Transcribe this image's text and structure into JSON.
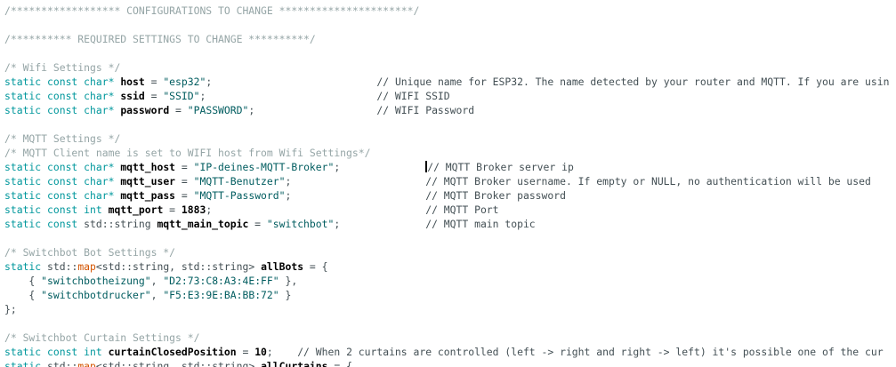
{
  "editor": {
    "language": "cpp",
    "colors": {
      "background": "#ffffff",
      "block_comment": "#95a5a6",
      "inline_comment": "#434f54",
      "keyword": "#00979c",
      "string": "#005c5f",
      "type_name": "#d35400",
      "identifier": "#000000",
      "number": "#000000",
      "plain": "#434f54",
      "caret": "#000000"
    },
    "lines": [
      {
        "segments": [
          [
            "c1",
            "/****************** CONFIGURATIONS TO CHANGE **********************/"
          ]
        ]
      },
      {
        "segments": []
      },
      {
        "segments": [
          [
            "c1",
            "/********** REQUIRED SETTINGS TO CHANGE **********/"
          ]
        ]
      },
      {
        "segments": []
      },
      {
        "segments": [
          [
            "c1",
            "/* Wifi Settings */"
          ]
        ]
      },
      {
        "segments": [
          [
            "kw",
            "static const char* "
          ],
          [
            "id",
            "host"
          ],
          [
            "pl",
            " = "
          ],
          [
            "str",
            "\"esp32\""
          ],
          [
            "pl",
            ";                           "
          ],
          [
            "c2",
            "// Unique name for ESP32. The name detected by your router and MQTT. If you are usin"
          ]
        ]
      },
      {
        "segments": [
          [
            "kw",
            "static const char* "
          ],
          [
            "id",
            "ssid"
          ],
          [
            "pl",
            " = "
          ],
          [
            "str",
            "\"SSID\""
          ],
          [
            "pl",
            ";                            "
          ],
          [
            "c2",
            "// WIFI SSID"
          ]
        ]
      },
      {
        "segments": [
          [
            "kw",
            "static const char* "
          ],
          [
            "id",
            "password"
          ],
          [
            "pl",
            " = "
          ],
          [
            "str",
            "\"PASSWORD\""
          ],
          [
            "pl",
            ";                    "
          ],
          [
            "c2",
            "// WIFI Password"
          ]
        ]
      },
      {
        "segments": []
      },
      {
        "segments": [
          [
            "c1",
            "/* MQTT Settings */"
          ]
        ]
      },
      {
        "segments": [
          [
            "c1",
            "/* MQTT Client name is set to WIFI host from Wifi Settings*/"
          ]
        ]
      },
      {
        "segments": [
          [
            "kw",
            "static const char* "
          ],
          [
            "id",
            "mqtt_host"
          ],
          [
            "pl",
            " = "
          ],
          [
            "str",
            "\"IP-deines-MQTT-Broker\""
          ],
          [
            "pl",
            ";              "
          ],
          [
            "caret",
            ""
          ],
          [
            "c2",
            "// MQTT Broker server ip"
          ]
        ]
      },
      {
        "segments": [
          [
            "kw",
            "static const char* "
          ],
          [
            "id",
            "mqtt_user"
          ],
          [
            "pl",
            " = "
          ],
          [
            "str",
            "\"MQTT-Benutzer\""
          ],
          [
            "pl",
            ";                      "
          ],
          [
            "c2",
            "// MQTT Broker username. If empty or NULL, no authentication will be used"
          ]
        ]
      },
      {
        "segments": [
          [
            "kw",
            "static const char* "
          ],
          [
            "id",
            "mqtt_pass"
          ],
          [
            "pl",
            " = "
          ],
          [
            "str",
            "\"MQTT-Password\""
          ],
          [
            "pl",
            ";                      "
          ],
          [
            "c2",
            "// MQTT Broker password"
          ]
        ]
      },
      {
        "segments": [
          [
            "kw",
            "static const int "
          ],
          [
            "id",
            "mqtt_port"
          ],
          [
            "pl",
            " = "
          ],
          [
            "num",
            "1883"
          ],
          [
            "pl",
            ";                                   "
          ],
          [
            "c2",
            "// MQTT Port"
          ]
        ]
      },
      {
        "segments": [
          [
            "kw",
            "static const "
          ],
          [
            "pl",
            "std::string "
          ],
          [
            "id",
            "mqtt_main_topic"
          ],
          [
            "pl",
            " = "
          ],
          [
            "str",
            "\"switchbot\""
          ],
          [
            "pl",
            ";              "
          ],
          [
            "c2",
            "// MQTT main topic"
          ]
        ]
      },
      {
        "segments": []
      },
      {
        "segments": [
          [
            "c1",
            "/* Switchbot Bot Settings */"
          ]
        ]
      },
      {
        "segments": [
          [
            "kw",
            "static "
          ],
          [
            "pl",
            "std::"
          ],
          [
            "fn",
            "map"
          ],
          [
            "pl",
            "<std::string, std::string> "
          ],
          [
            "id",
            "allBots"
          ],
          [
            "pl",
            " = {"
          ]
        ]
      },
      {
        "segments": [
          [
            "pl",
            "    { "
          ],
          [
            "str",
            "\"switchbotheizung\""
          ],
          [
            "pl",
            ", "
          ],
          [
            "str",
            "\"D2:73:C8:A3:4E:FF\""
          ],
          [
            "pl",
            " },"
          ]
        ]
      },
      {
        "segments": [
          [
            "pl",
            "    { "
          ],
          [
            "str",
            "\"switchbotdrucker\""
          ],
          [
            "pl",
            ", "
          ],
          [
            "str",
            "\"F5:E3:9E:BA:BB:72\""
          ],
          [
            "pl",
            " }"
          ]
        ]
      },
      {
        "segments": [
          [
            "pl",
            "};"
          ]
        ]
      },
      {
        "segments": []
      },
      {
        "segments": [
          [
            "c1",
            "/* Switchbot Curtain Settings */"
          ]
        ]
      },
      {
        "segments": [
          [
            "kw",
            "static const int "
          ],
          [
            "id",
            "curtainClosedPosition"
          ],
          [
            "pl",
            " = "
          ],
          [
            "num",
            "10"
          ],
          [
            "pl",
            ";    "
          ],
          [
            "c2",
            "// When 2 curtains are controlled (left -> right and right -> left) it's possible one of the cur"
          ]
        ]
      },
      {
        "segments": [
          [
            "kw",
            "static "
          ],
          [
            "pl",
            "std::"
          ],
          [
            "fn",
            "map"
          ],
          [
            "pl",
            "<std::string, std::string> "
          ],
          [
            "id",
            "allCurtains"
          ],
          [
            "pl",
            " = {"
          ]
        ]
      }
    ]
  }
}
